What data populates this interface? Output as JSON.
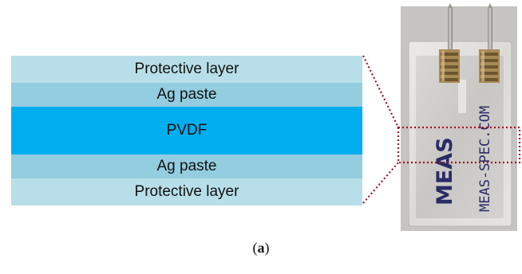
{
  "diagram": {
    "layers": [
      {
        "label": "Protective layer",
        "kind": "protective"
      },
      {
        "label": "Ag paste",
        "kind": "ag"
      },
      {
        "label": "PVDF",
        "kind": "pvdf"
      },
      {
        "label": "Ag paste",
        "kind": "ag"
      },
      {
        "label": "Protective layer",
        "kind": "protective"
      }
    ],
    "sensor_photo": {
      "brand_text": "MEAS",
      "url_text": "MEAS-SPEC.COM"
    },
    "caption": {
      "open": "(",
      "letter": "a",
      "close": ")"
    },
    "colors": {
      "protective": "#b8dfe9",
      "ag": "#93cddf",
      "pvdf": "#00aeef",
      "leader": "#a0141e"
    }
  }
}
